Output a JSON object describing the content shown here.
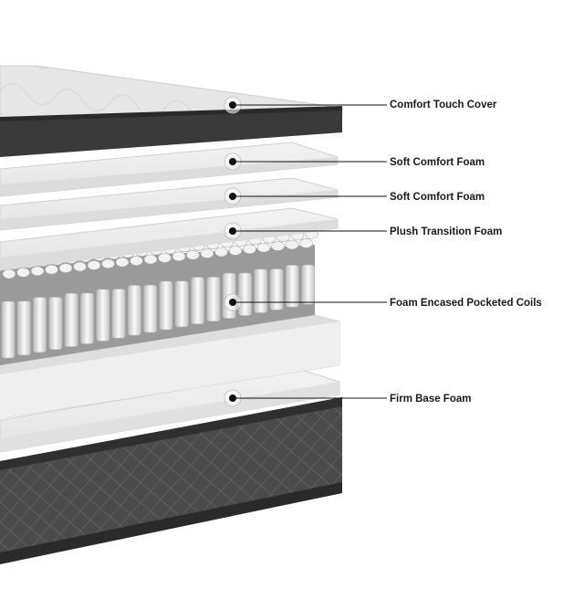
{
  "layers": [
    {
      "label": "Comfort Touch Cover"
    },
    {
      "label": "Soft Comfort Foam"
    },
    {
      "label": "Soft Comfort Foam"
    },
    {
      "label": "Plush Transition Foam"
    },
    {
      "label": "Foam Encased Pocketed Coils"
    },
    {
      "label": "Firm Base Foam"
    }
  ],
  "colors": {
    "background": "#ffffff",
    "foam": "#ececec",
    "foam_edge": "#d2d2d2",
    "cover_top": "#e4e4e4",
    "cover_band": "#3a3a3a",
    "base_fabric": "#4a4a4a",
    "leader_line": "#111111"
  }
}
